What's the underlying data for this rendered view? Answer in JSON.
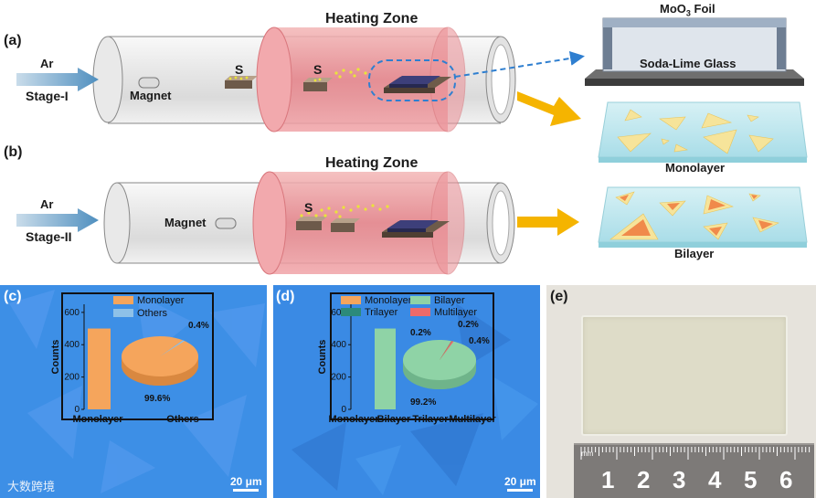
{
  "panels": {
    "a": "(a)",
    "b": "(b)",
    "c": "(c)",
    "d": "(d)",
    "e": "(e)"
  },
  "furnace": {
    "heating_zone_label": "Heating Zone",
    "gas_label": "Ar",
    "stage1_label": "Stage-I",
    "stage2_label": "Stage-II",
    "magnet_label": "Magnet",
    "sulfur_label": "S"
  },
  "inset": {
    "foil_label_prefix": "MoO",
    "foil_label_sub": "3",
    "foil_label_suffix": " Foil",
    "substrate_label": "Soda-Lime Glass",
    "monolayer_label": "Monolayer",
    "bilayer_label": "Bilayer"
  },
  "colors": {
    "heating_zone": "#e9888f",
    "micrograph_blue": "#3d8fe6",
    "monolayer_bar": "#f5a55c",
    "bilayer_bar": "#8fd3a6",
    "glass": "#bfe6ee",
    "arrow_orange": "#f5b400"
  },
  "scale_bars": {
    "c": "20 μm",
    "d": "20 μm"
  },
  "ruler": {
    "unit": "mm",
    "numbers": [
      "1",
      "2",
      "3",
      "4",
      "5",
      "6"
    ]
  },
  "watermark": "大数跨境",
  "chart_data": [
    {
      "type": "bar",
      "panel": "c",
      "categories": [
        "Monolayer",
        "Others"
      ],
      "series": [
        {
          "name": "Counts",
          "values": [
            500,
            0
          ]
        }
      ],
      "ylabel": "Counts",
      "yticks": [
        "0",
        "200",
        "400",
        "600"
      ],
      "ylim": [
        0,
        650
      ],
      "legend": [
        "Monolayer",
        "Others"
      ],
      "pie": {
        "slices": [
          {
            "label": "Monolayer",
            "value": 99.6,
            "display": "99.6%"
          },
          {
            "label": "Others",
            "value": 0.4,
            "display": "0.4%"
          }
        ]
      }
    },
    {
      "type": "bar",
      "panel": "d",
      "categories": [
        "Monolayer",
        "Bilayer",
        "Trilayer",
        "Multilayer"
      ],
      "series": [
        {
          "name": "Counts",
          "values": [
            0,
            500,
            0,
            0
          ]
        }
      ],
      "ylabel": "Counts",
      "yticks": [
        "0",
        "200",
        "400",
        "600"
      ],
      "ylim": [
        0,
        650
      ],
      "legend": [
        "Monolayer",
        "Bilayer",
        "Trilayer",
        "Multilayer"
      ],
      "pie": {
        "slices": [
          {
            "label": "Bilayer",
            "value": 99.2,
            "display": "99.2%"
          },
          {
            "label": "Monolayer",
            "value": 0.2,
            "display": "0.2%"
          },
          {
            "label": "Trilayer",
            "value": 0.2,
            "display": "0.2%"
          },
          {
            "label": "Multilayer",
            "value": 0.4,
            "display": "0.4%"
          }
        ]
      }
    }
  ]
}
